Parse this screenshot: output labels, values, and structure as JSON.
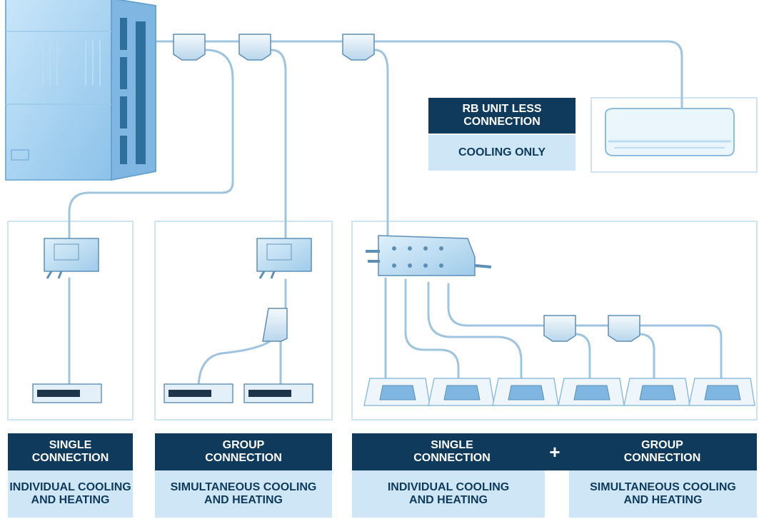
{
  "rb_box": {
    "title_lines": [
      "RB UNIT LESS",
      "CONNECTION"
    ],
    "subtitle": "COOLING ONLY"
  },
  "panels": [
    {
      "title_lines": [
        "SINGLE",
        "CONNECTION"
      ],
      "subtitle_lines": [
        "INDIVIDUAL COOLING",
        "AND HEATING"
      ]
    },
    {
      "title_lines": [
        "GROUP",
        "CONNECTION"
      ],
      "subtitle_lines": [
        "SIMULTANEOUS COOLING",
        "AND HEATING"
      ]
    },
    {
      "title_lines": [
        "SINGLE",
        "CONNECTION"
      ],
      "subtitle_lines": [
        "INDIVIDUAL COOLING",
        "AND HEATING"
      ]
    },
    {
      "title_lines": [
        "GROUP",
        "CONNECTION"
      ],
      "subtitle_lines": [
        "SIMULTANEOUS COOLING",
        "AND HEATING"
      ]
    }
  ],
  "plus_sign": "+",
  "colors": {
    "dark_navy": "#0f3a5c",
    "light_blue": "#cfe6f6",
    "pipe": "#9fc4de",
    "unit_blue": "#aed5f2"
  }
}
